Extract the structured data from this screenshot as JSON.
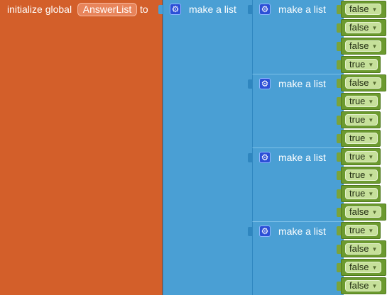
{
  "global": {
    "prefix": "initialize global",
    "var_name": "AnswerList",
    "suffix": "to"
  },
  "list_label": "make a list",
  "colors": {
    "global_block": "#d35f2a",
    "list_block": "#4a9fd4",
    "logic_block": "#6c9a2f"
  },
  "icons": {
    "mutator": "gear-icon",
    "dropdown": "chevron-down-icon"
  },
  "inner_lists": [
    {
      "items": [
        "false",
        "false",
        "false",
        "true"
      ]
    },
    {
      "items": [
        "false",
        "true",
        "true",
        "true"
      ]
    },
    {
      "items": [
        "true",
        "true",
        "true",
        "false"
      ]
    },
    {
      "items": [
        "true",
        "false",
        "false",
        "false"
      ]
    }
  ]
}
